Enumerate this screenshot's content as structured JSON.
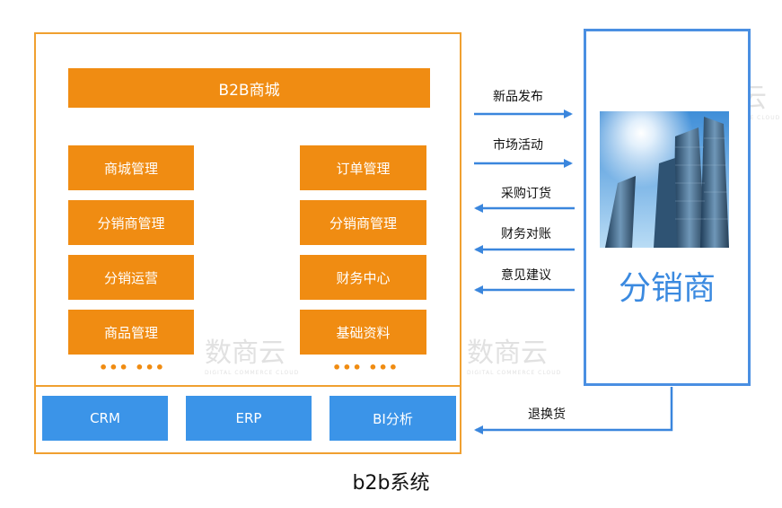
{
  "platform": {
    "title": "B2B商城",
    "left_modules": [
      "商城管理",
      "分销商管理",
      "分销运营",
      "商品管理"
    ],
    "right_modules": [
      "订单管理",
      "分销商管理",
      "财务中心",
      "基础资料"
    ],
    "more_left": "••• •••",
    "more_right": "••• •••",
    "integrations": [
      "CRM",
      "ERP",
      "BI分析"
    ]
  },
  "distributor": {
    "label": "分销商"
  },
  "flows": {
    "to_distributor": [
      "新品发布",
      "市场活动"
    ],
    "from_distributor": [
      "采购订货",
      "财务对账",
      "意见建议"
    ],
    "returns": "退换货"
  },
  "caption": "b2b系统",
  "watermark": {
    "text": "数商云",
    "subtext": "DIGITAL COMMERCE CLOUD"
  },
  "colors": {
    "orange": "#f08c12",
    "orange_border": "#f0a030",
    "blue_box": "#3b94e8",
    "blue_border": "#4a8fe2",
    "arrow_blue": "#3a86dd"
  }
}
